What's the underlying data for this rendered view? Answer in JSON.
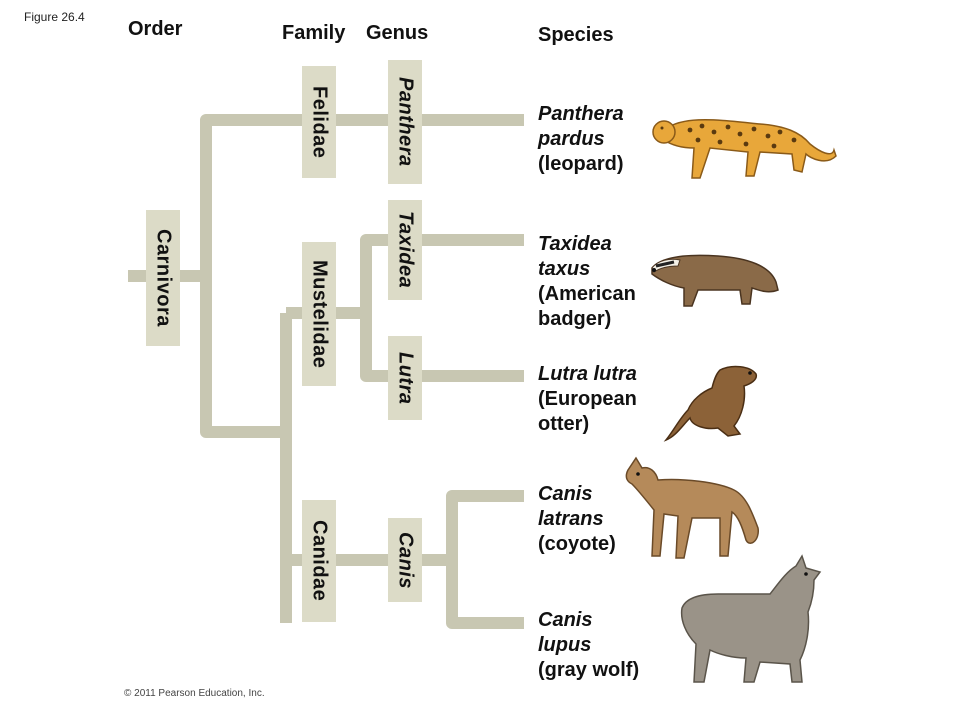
{
  "figure_label": "Figure 26.4",
  "headers": {
    "order": "Order",
    "family": "Family",
    "genus": "Genus",
    "species": "Species"
  },
  "order": {
    "name": "Carnivora"
  },
  "families": [
    {
      "name": "Felidae"
    },
    {
      "name": "Mustelidae"
    },
    {
      "name": "Canidae"
    }
  ],
  "genera": [
    {
      "name": "Panthera"
    },
    {
      "name": "Taxidea"
    },
    {
      "name": "Lutra"
    },
    {
      "name": "Canis"
    }
  ],
  "species": [
    {
      "lines_italic": [
        "Panthera",
        "pardus"
      ],
      "lines_common": [
        "(leopard)"
      ],
      "animal_icon": "leopard-icon"
    },
    {
      "lines_italic": [
        "Taxidea",
        "taxus"
      ],
      "lines_common": [
        "(American",
        "badger)"
      ],
      "animal_icon": "badger-icon"
    },
    {
      "lines_italic": [
        "Lutra lutra"
      ],
      "lines_common": [
        "(European",
        "otter)"
      ],
      "animal_icon": "otter-icon"
    },
    {
      "lines_italic": [
        "Canis",
        "latrans"
      ],
      "lines_common": [
        "(coyote)"
      ],
      "animal_icon": "coyote-icon"
    },
    {
      "lines_italic": [
        "Canis",
        "lupus"
      ],
      "lines_common": [
        "(gray wolf)"
      ],
      "animal_icon": "wolf-icon"
    }
  ],
  "copyright": "© 2011 Pearson Education, Inc.",
  "colors": {
    "branch": "#c8c7b2",
    "label_box": "#dcdbc7",
    "leopard": "#e8a73a",
    "badger": "#8a6a48",
    "otter": "#8c6238",
    "coyote": "#b58a5a",
    "wolf": "#9a9388"
  }
}
